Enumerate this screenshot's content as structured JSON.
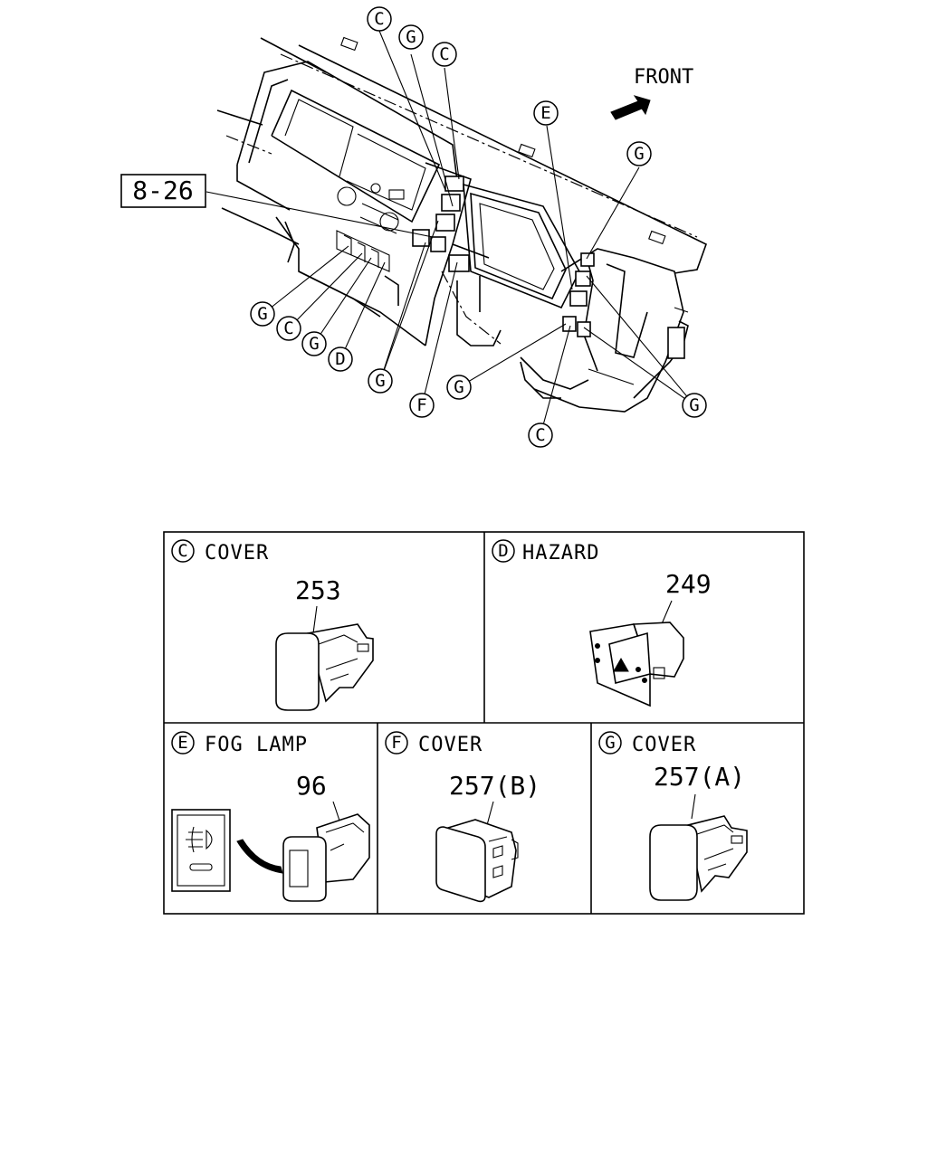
{
  "overview": {
    "front_label": "FRONT",
    "reference_box": "8-26",
    "callouts": [
      "C",
      "G",
      "C",
      "E",
      "G",
      "G",
      "C",
      "G",
      "D",
      "G",
      "F",
      "G",
      "G",
      "C"
    ]
  },
  "table": {
    "cells": [
      {
        "letter": "C",
        "title": "COVER",
        "part": "253"
      },
      {
        "letter": "D",
        "title": "HAZARD",
        "part": "249"
      },
      {
        "letter": "E",
        "title": "FOG LAMP",
        "part": "96"
      },
      {
        "letter": "F",
        "title": "COVER",
        "part": "257(B)"
      },
      {
        "letter": "G",
        "title": "COVER",
        "part": "257(A)"
      }
    ]
  }
}
